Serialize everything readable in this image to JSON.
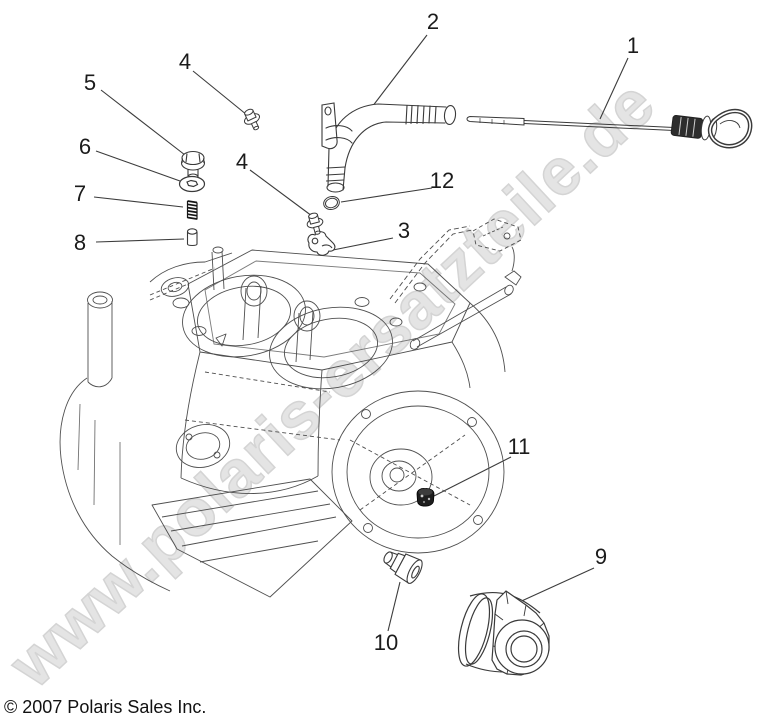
{
  "watermark": {
    "text": "www.polaris-ersatzteile.de"
  },
  "footer": {
    "copyright": "© 2007 Polaris Sales Inc."
  },
  "callouts": [
    {
      "label": "1"
    },
    {
      "label": "2"
    },
    {
      "label": "3"
    },
    {
      "label": "4"
    },
    {
      "label": "4"
    },
    {
      "label": "5"
    },
    {
      "label": "6"
    },
    {
      "label": "7"
    },
    {
      "label": "8"
    },
    {
      "label": "9"
    },
    {
      "label": "10"
    },
    {
      "label": "11"
    },
    {
      "label": "12"
    }
  ],
  "colors": {
    "line": "#4f4f4f",
    "part_line": "#3a3a3a",
    "label_text": "#1b1b1b",
    "watermark": "#e4e4e4"
  }
}
